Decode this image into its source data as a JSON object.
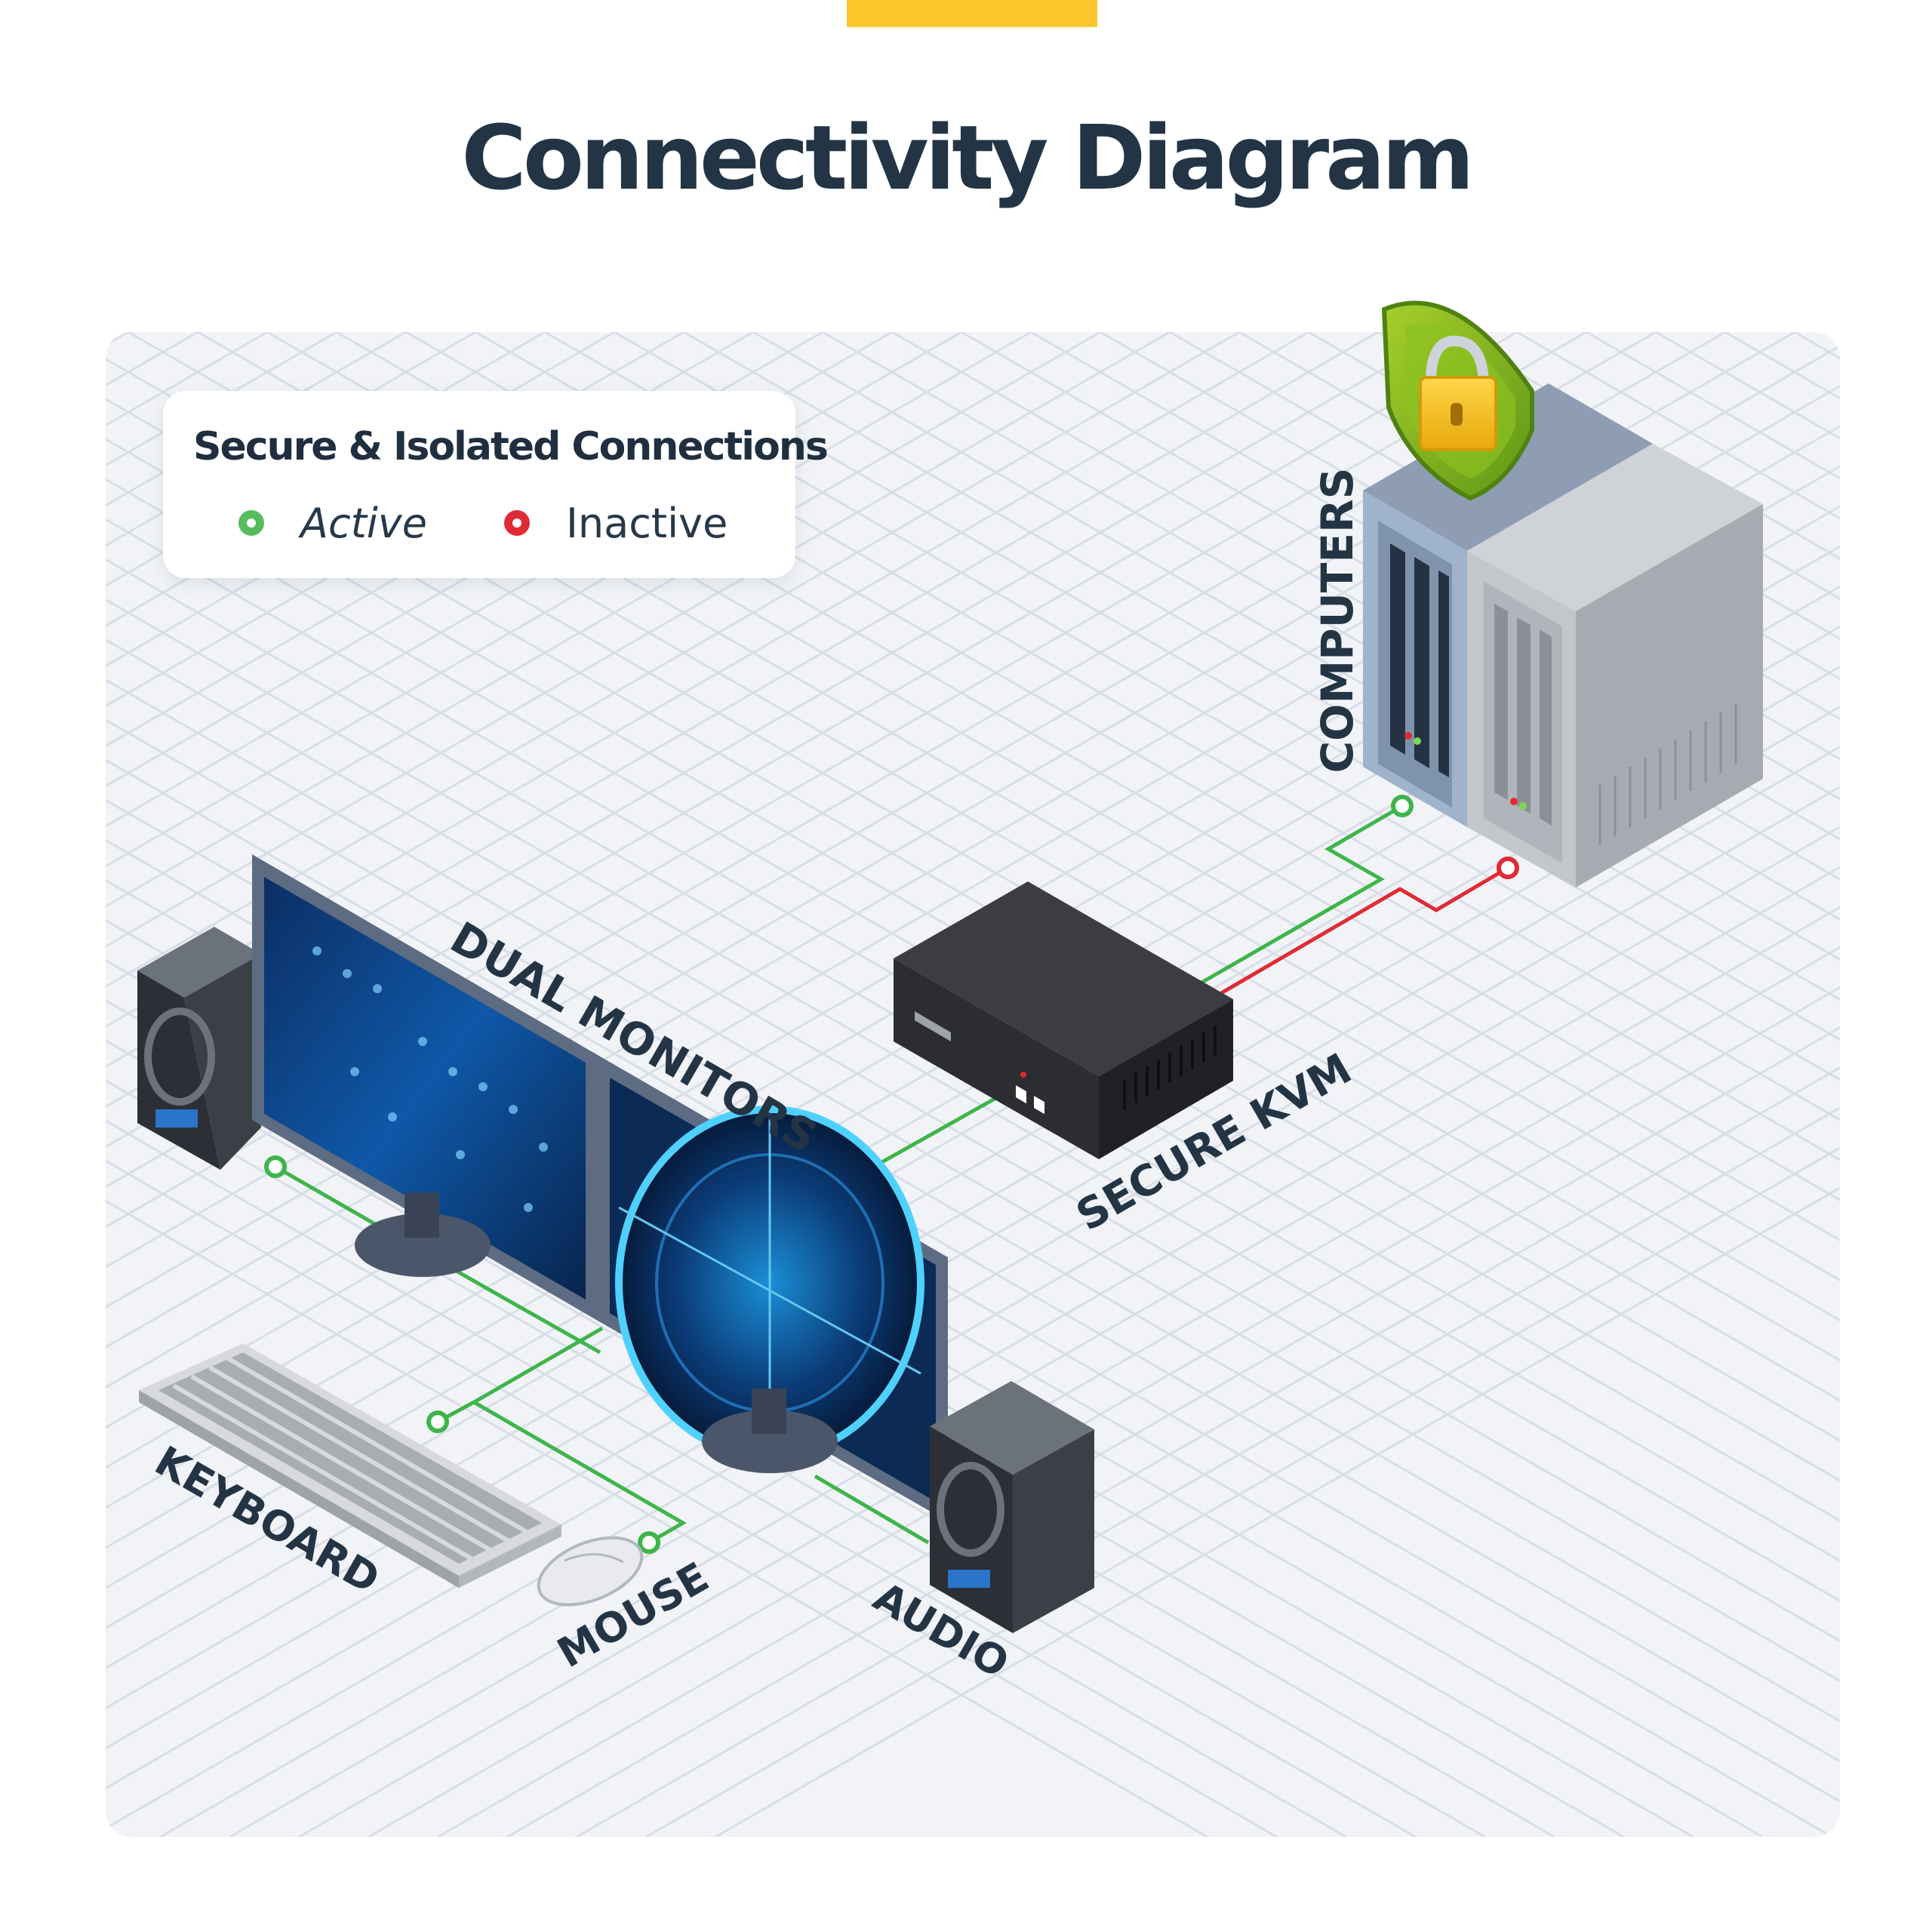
{
  "title": "Connectivity Diagram",
  "colors": {
    "accent": "#fcc72c",
    "title": "#233445",
    "active": "#3db54a",
    "inactive": "#e02a35",
    "panel": "#f1f3f7",
    "grid": "#d9dde6"
  },
  "legend": {
    "title": "Secure & Isolated Connections",
    "items": [
      {
        "label": "Active",
        "status": "active",
        "color": "#56bd5f"
      },
      {
        "label": "Inactive",
        "status": "inactive",
        "color": "#e02a35"
      }
    ]
  },
  "labels": {
    "computers": "COMPUTERS",
    "secure_kvm": "SECURE KVM",
    "dual_monitors": "DUAL MONITORS",
    "keyboard": "KEYBOARD",
    "mouse": "MOUSE",
    "audio": "AUDIO"
  },
  "icons": {
    "security": "shield-lock-icon",
    "computers": "computer-tower-icon",
    "kvm": "kvm-switch-icon",
    "monitors": "monitor-icon",
    "speakers": "speaker-icon",
    "keyboard": "keyboard-icon",
    "mouse": "mouse-icon"
  },
  "connections": [
    {
      "from": "Secure KVM",
      "to": "Computers",
      "status": "active"
    },
    {
      "from": "Secure KVM",
      "to": "Computers",
      "status": "inactive"
    },
    {
      "from": "Secure KVM",
      "to": "Dual Monitors",
      "status": "active"
    },
    {
      "from": "Dual Monitors",
      "to": "Keyboard",
      "status": "active"
    },
    {
      "from": "Dual Monitors",
      "to": "Mouse",
      "status": "active"
    },
    {
      "from": "Dual Monitors",
      "to": "Audio",
      "status": "active"
    }
  ]
}
